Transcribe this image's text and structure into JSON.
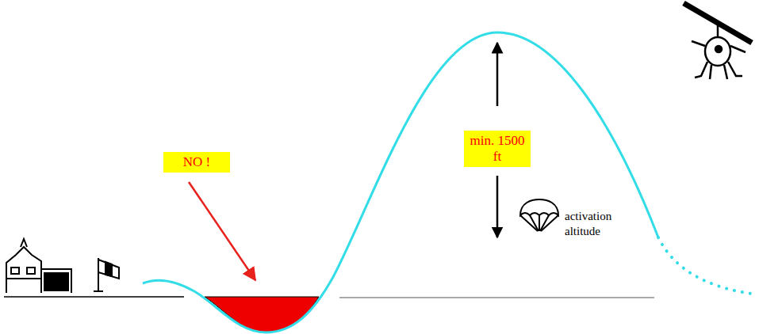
{
  "diagram": {
    "nodes": [
      {
        "text": [
          "NO !"
        ]
      },
      {
        "text": [
          "min. 1500 ft"
        ]
      }
    ],
    "labels": [
      "activation altitude"
    ]
  }
}
